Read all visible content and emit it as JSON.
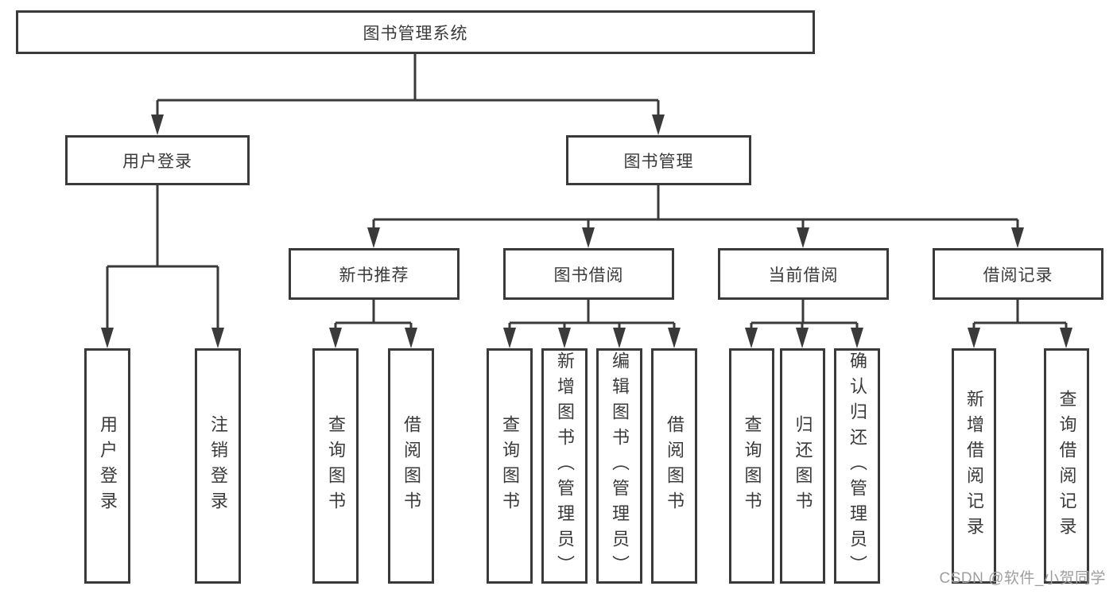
{
  "diagram": {
    "root": {
      "label": "图书管理系统"
    },
    "level2": [
      {
        "label": "用户登录"
      },
      {
        "label": "图书管理"
      }
    ],
    "level3": [
      {
        "label": "新书推荐"
      },
      {
        "label": "图书借阅"
      },
      {
        "label": "当前借阅"
      },
      {
        "label": "借阅记录"
      }
    ],
    "leaves": {
      "user_login": [
        {
          "label": "用户登录"
        },
        {
          "label": "注销登录"
        }
      ],
      "new_books": [
        {
          "label": "查询图书"
        },
        {
          "label": "借阅图书"
        }
      ],
      "book_borrow": [
        {
          "label": "查询图书"
        },
        {
          "label": "新增图书（管理员）"
        },
        {
          "label": "编辑图书（管理员）"
        },
        {
          "label": "借阅图书"
        }
      ],
      "current_borrow": [
        {
          "label": "查询图书"
        },
        {
          "label": "归还图书"
        },
        {
          "label": "确认归还（管理员）"
        }
      ],
      "borrow_records": [
        {
          "label": "新增借阅记录"
        },
        {
          "label": "查询借阅记录"
        }
      ]
    },
    "watermark": "CSDN @软件_小贺同学",
    "colors": {
      "line": "#3a3a3a",
      "text": "#3a3a3a",
      "box_background": "#ffffff",
      "watermark": "#9e9e9e",
      "background": "#ffffff"
    }
  }
}
